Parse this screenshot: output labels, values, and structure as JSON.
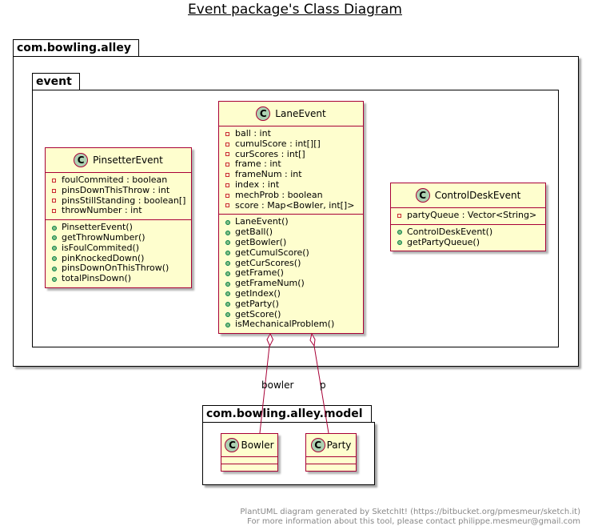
{
  "title": "Event package's Class Diagram",
  "packages": {
    "outer": "com.bowling.alley",
    "inner": "event",
    "model": "com.bowling.alley.model"
  },
  "classes": {
    "pinsetter": {
      "name": "PinsetterEvent",
      "stereotype": "C",
      "fields": [
        "foulCommited : boolean",
        "pinsDownThisThrow : int",
        "pinsStillStanding : boolean[]",
        "throwNumber : int"
      ],
      "methods": [
        "PinsetterEvent()",
        "getThrowNumber()",
        "isFoulCommited()",
        "pinKnockedDown()",
        "pinsDownOnThisThrow()",
        "totalPinsDown()"
      ]
    },
    "lane": {
      "name": "LaneEvent",
      "stereotype": "C",
      "fields": [
        "ball : int",
        "cumulScore : int[][]",
        "curScores : int[]",
        "frame : int",
        "frameNum : int",
        "index : int",
        "mechProb : boolean",
        "score : Map<Bowler, int[]>"
      ],
      "methods": [
        "LaneEvent()",
        "getBall()",
        "getBowler()",
        "getCumulScore()",
        "getCurScores()",
        "getFrame()",
        "getFrameNum()",
        "getIndex()",
        "getParty()",
        "getScore()",
        "isMechanicalProblem()"
      ]
    },
    "controldesk": {
      "name": "ControlDeskEvent",
      "stereotype": "C",
      "fields": [
        "partyQueue : Vector<String>"
      ],
      "methods": [
        "ControlDeskEvent()",
        "getPartyQueue()"
      ]
    },
    "bowler": {
      "name": "Bowler",
      "stereotype": "C"
    },
    "party": {
      "name": "Party",
      "stereotype": "C"
    }
  },
  "relations": [
    {
      "from": "LaneEvent",
      "to": "Bowler",
      "label": "bowler",
      "kind": "aggregation"
    },
    {
      "from": "LaneEvent",
      "to": "Party",
      "label": "p",
      "kind": "aggregation"
    }
  ],
  "footer": {
    "line1": "PlantUML diagram generated by SketchIt! (https://bitbucket.org/pmesmeur/sketch.it)",
    "line2": "For more information about this tool, please contact philippe.mesmeur@gmail.com"
  },
  "colors": {
    "class_fill": "#FEFECE",
    "class_border": "#A80036",
    "icon_fill": "#ADD1B2",
    "private_marker": "#C82930",
    "public_marker": "#84BE84"
  }
}
